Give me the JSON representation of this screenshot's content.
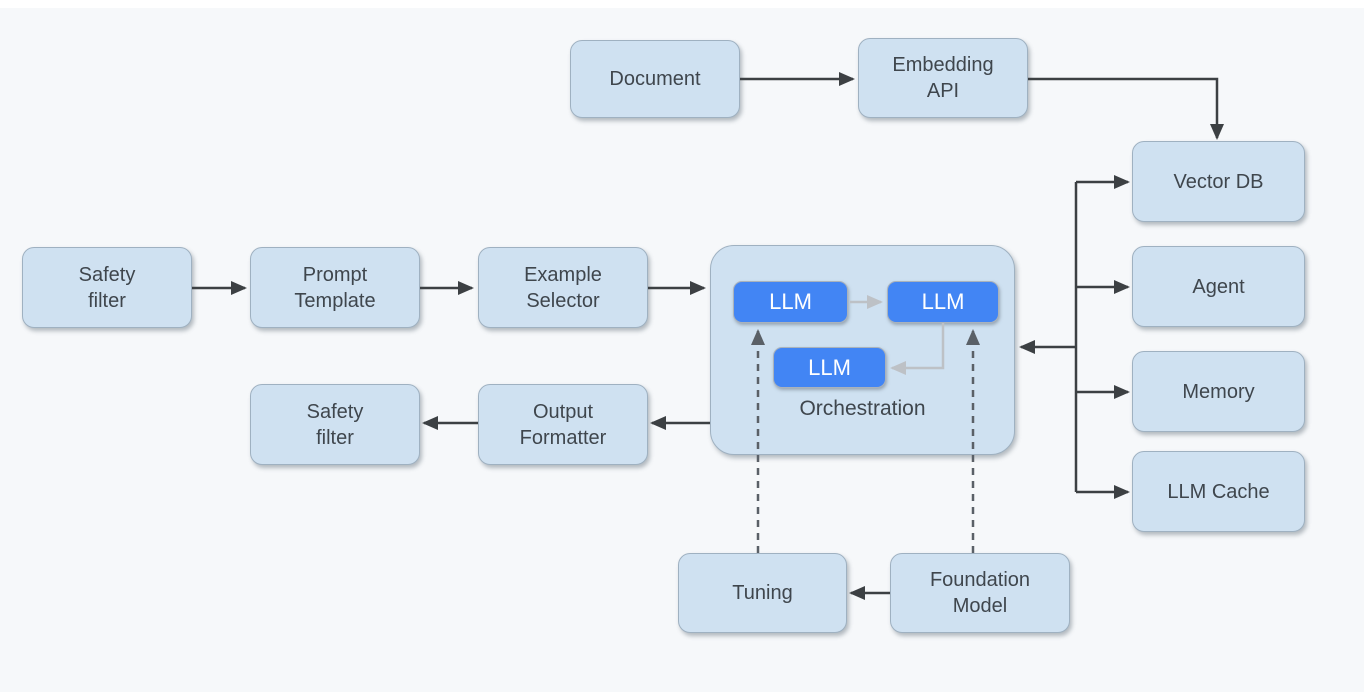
{
  "diagram": {
    "description": "LLM application architecture diagram",
    "nodes": {
      "document": {
        "label": "Document"
      },
      "embedding_api": {
        "label": "Embedding\nAPI"
      },
      "vector_db": {
        "label": "Vector DB"
      },
      "agent": {
        "label": "Agent"
      },
      "memory": {
        "label": "Memory"
      },
      "llm_cache": {
        "label": "LLM Cache"
      },
      "safety_filter_in": {
        "label": "Safety\nfilter"
      },
      "prompt_template": {
        "label": "Prompt\nTemplate"
      },
      "example_selector": {
        "label": "Example\nSelector"
      },
      "orchestration": {
        "label": "Orchestration"
      },
      "llm_1": {
        "label": "LLM"
      },
      "llm_2": {
        "label": "LLM"
      },
      "llm_3": {
        "label": "LLM"
      },
      "safety_filter_out": {
        "label": "Safety\nfilter"
      },
      "output_formatter": {
        "label": "Output\nFormatter"
      },
      "tuning": {
        "label": "Tuning"
      },
      "foundation_model": {
        "label": "Foundation\nModel"
      }
    },
    "edges": [
      {
        "from": "document",
        "to": "embedding_api",
        "style": "solid"
      },
      {
        "from": "embedding_api",
        "to": "vector_db",
        "style": "solid"
      },
      {
        "from": "safety_filter_in",
        "to": "prompt_template",
        "style": "solid"
      },
      {
        "from": "prompt_template",
        "to": "example_selector",
        "style": "solid"
      },
      {
        "from": "example_selector",
        "to": "orchestration",
        "style": "solid"
      },
      {
        "from": "orchestration",
        "to": "output_formatter",
        "style": "solid"
      },
      {
        "from": "output_formatter",
        "to": "safety_filter_out",
        "style": "solid"
      },
      {
        "from": "foundation_model",
        "to": "tuning",
        "style": "solid"
      },
      {
        "from": "bus",
        "to": "orchestration",
        "style": "solid"
      },
      {
        "from": "bus",
        "to": "vector_db",
        "style": "solid"
      },
      {
        "from": "bus",
        "to": "agent",
        "style": "solid"
      },
      {
        "from": "bus",
        "to": "memory",
        "style": "solid"
      },
      {
        "from": "bus",
        "to": "llm_cache",
        "style": "solid"
      },
      {
        "from": "llm_1",
        "to": "llm_2",
        "style": "gray"
      },
      {
        "from": "llm_2",
        "to": "llm_3",
        "style": "gray"
      },
      {
        "from": "tuning",
        "to": "llm_1",
        "style": "dashed"
      },
      {
        "from": "foundation_model",
        "to": "llm_2",
        "style": "dashed"
      }
    ],
    "colors": {
      "background": "#ffffff",
      "panel": "#f6f8fa",
      "node_fill": "#cfe1f1",
      "node_border": "#9fb1c1",
      "node_text": "#3f464d",
      "llm_fill": "#4285f4",
      "llm_border": "#a9b2bc",
      "llm_text": "#ffffff",
      "arrow_dark": "#3c4043",
      "arrow_gray": "#bdc1c6",
      "arrow_dashed": "#5a6067"
    }
  }
}
